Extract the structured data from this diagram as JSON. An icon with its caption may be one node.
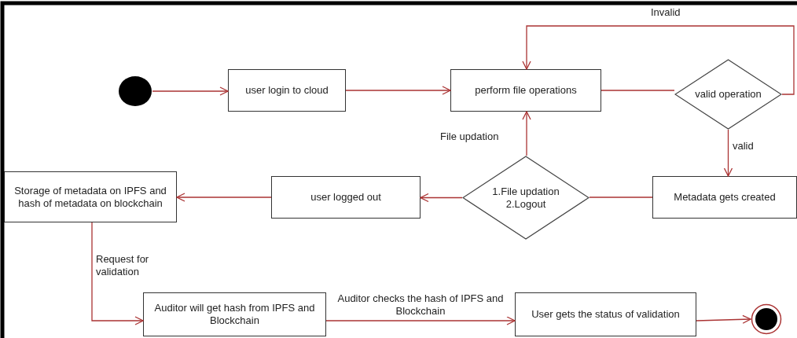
{
  "diagram": {
    "nodes": [
      {
        "text": [],
        "shape": "circle"
      },
      {
        "text": [
          "user login to cloud"
        ]
      },
      {
        "text": [
          "perform file operations"
        ]
      },
      {
        "text": [
          "valid operation"
        ]
      },
      {
        "text": [
          "Metadata gets created"
        ]
      },
      {
        "text": [
          "1.File updation 2.Logout"
        ]
      },
      {
        "text": [
          "user logged out"
        ]
      },
      {
        "text": [
          "Storage of metadata on IPFS and hash of metadata on blockchain"
        ]
      },
      {
        "text": [
          "Auditor will get hash from IPFS and Blockchain"
        ]
      },
      {
        "text": [
          "User gets the status of validation"
        ]
      },
      {
        "text": [],
        "shape": "circle"
      }
    ],
    "edges": [
      {
        "from": 0,
        "to": 1,
        "arrow": "to"
      },
      {
        "from": 1,
        "to": 2,
        "arrow": "to"
      },
      {
        "from": 2,
        "to": 3,
        "arrow": "none"
      },
      {
        "from": 3,
        "to": 2,
        "arrow": "to",
        "label": "Invalid"
      },
      {
        "from": 3,
        "to": 4,
        "arrow": "to",
        "label": "valid"
      },
      {
        "from": 4,
        "to": 5,
        "arrow": "none"
      },
      {
        "from": 5,
        "to": 2,
        "arrow": "to",
        "label": "File updation"
      },
      {
        "from": 5,
        "to": 6,
        "arrow": "to"
      },
      {
        "from": 6,
        "to": 7,
        "arrow": "to"
      },
      {
        "from": 7,
        "to": 8,
        "arrow": "to",
        "label": "Request for validation"
      },
      {
        "from": 8,
        "to": 9,
        "arrow": "to",
        "label": "Auditor checks the hash of IPFS and Blockchain"
      },
      {
        "from": 9,
        "to": 10,
        "arrow": "to"
      }
    ]
  }
}
